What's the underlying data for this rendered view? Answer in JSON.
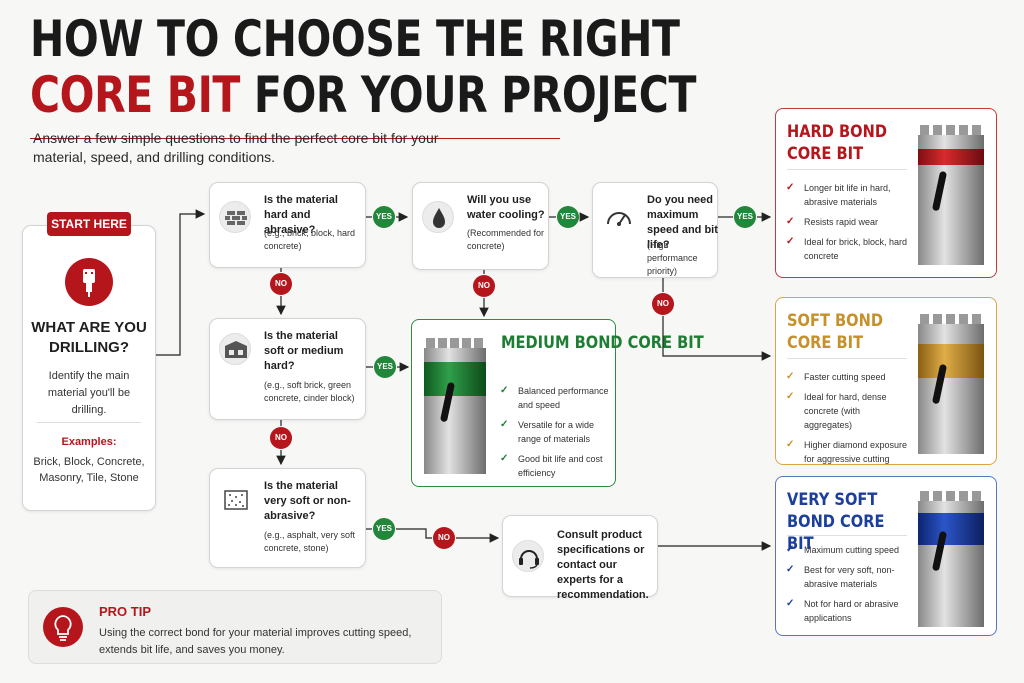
{
  "title": {
    "line1": "HOW TO CHOOSE THE RIGHT",
    "line2_red": "CORE BIT",
    "line2_rest": " FOR YOUR PROJECT"
  },
  "intro": "Answer a few simple questions to find the perfect core bit for your material, speed, and drilling conditions.",
  "start": {
    "tag": "START HERE",
    "heading": "WHAT ARE YOU DRILLING?",
    "desc": "Identify the main material you'll be drilling.",
    "examples_label": "Examples:",
    "examples": "Brick, Block, Concrete, Masonry, Tile, Stone"
  },
  "questions": {
    "q1": {
      "heading": "Is the material hard and abrasive?",
      "sub": "(e.g., brick, block, hard concrete)",
      "icon": "brick-wall-icon"
    },
    "q2": {
      "heading": "Is the material soft or medium hard?",
      "sub": "(e.g., soft brick, green concrete, cinder block)",
      "icon": "block-icon"
    },
    "q3": {
      "heading": "Is the material very soft or non-abrasive?",
      "sub": "(e.g., asphalt, very soft concrete, stone)",
      "icon": "dotted-slab-icon"
    },
    "q4": {
      "heading": "Will you use water cooling?",
      "sub": "(Recommended for concrete)",
      "icon": "water-drop-icon"
    },
    "q5": {
      "heading": "Do you need maximum speed and bit life?",
      "sub": "(High performance priority)",
      "icon": "gauge-icon"
    },
    "consult": {
      "text": "Consult product specifications or contact our experts for a recommendation.",
      "icon": "headset-icon"
    }
  },
  "labels": {
    "yes": "YES",
    "no": "NO"
  },
  "results": {
    "hard": {
      "name": "HARD BOND CORE BIT",
      "color": "#b5161c",
      "points": [
        "Longer bit life in hard, abrasive materials",
        "Resists rapid wear",
        "Ideal for brick, block, hard concrete"
      ]
    },
    "medium": {
      "name": "MEDIUM BOND CORE BIT",
      "color": "#1e7d33",
      "points": [
        "Balanced performance and speed",
        "Versatile for a wide range of materials",
        "Good bit life and cost efficiency"
      ]
    },
    "soft": {
      "name": "SOFT BOND CORE BIT",
      "color": "#c6902a",
      "points": [
        "Faster cutting speed",
        "Ideal for hard, dense concrete (with aggregates)",
        "Higher diamond exposure for aggressive cutting"
      ]
    },
    "verysoft": {
      "name": "VERY SOFT BOND CORE BIT",
      "color": "#1c3f9c",
      "points": [
        "Maximum cutting speed",
        "Best for very soft, non-abrasive materials",
        "Not for hard or abrasive applications"
      ]
    }
  },
  "protip": {
    "heading": "PRO TIP",
    "body": "Using the correct bond for your material improves cutting speed, extends bit life, and saves you money.",
    "icon": "lightbulb-icon"
  }
}
